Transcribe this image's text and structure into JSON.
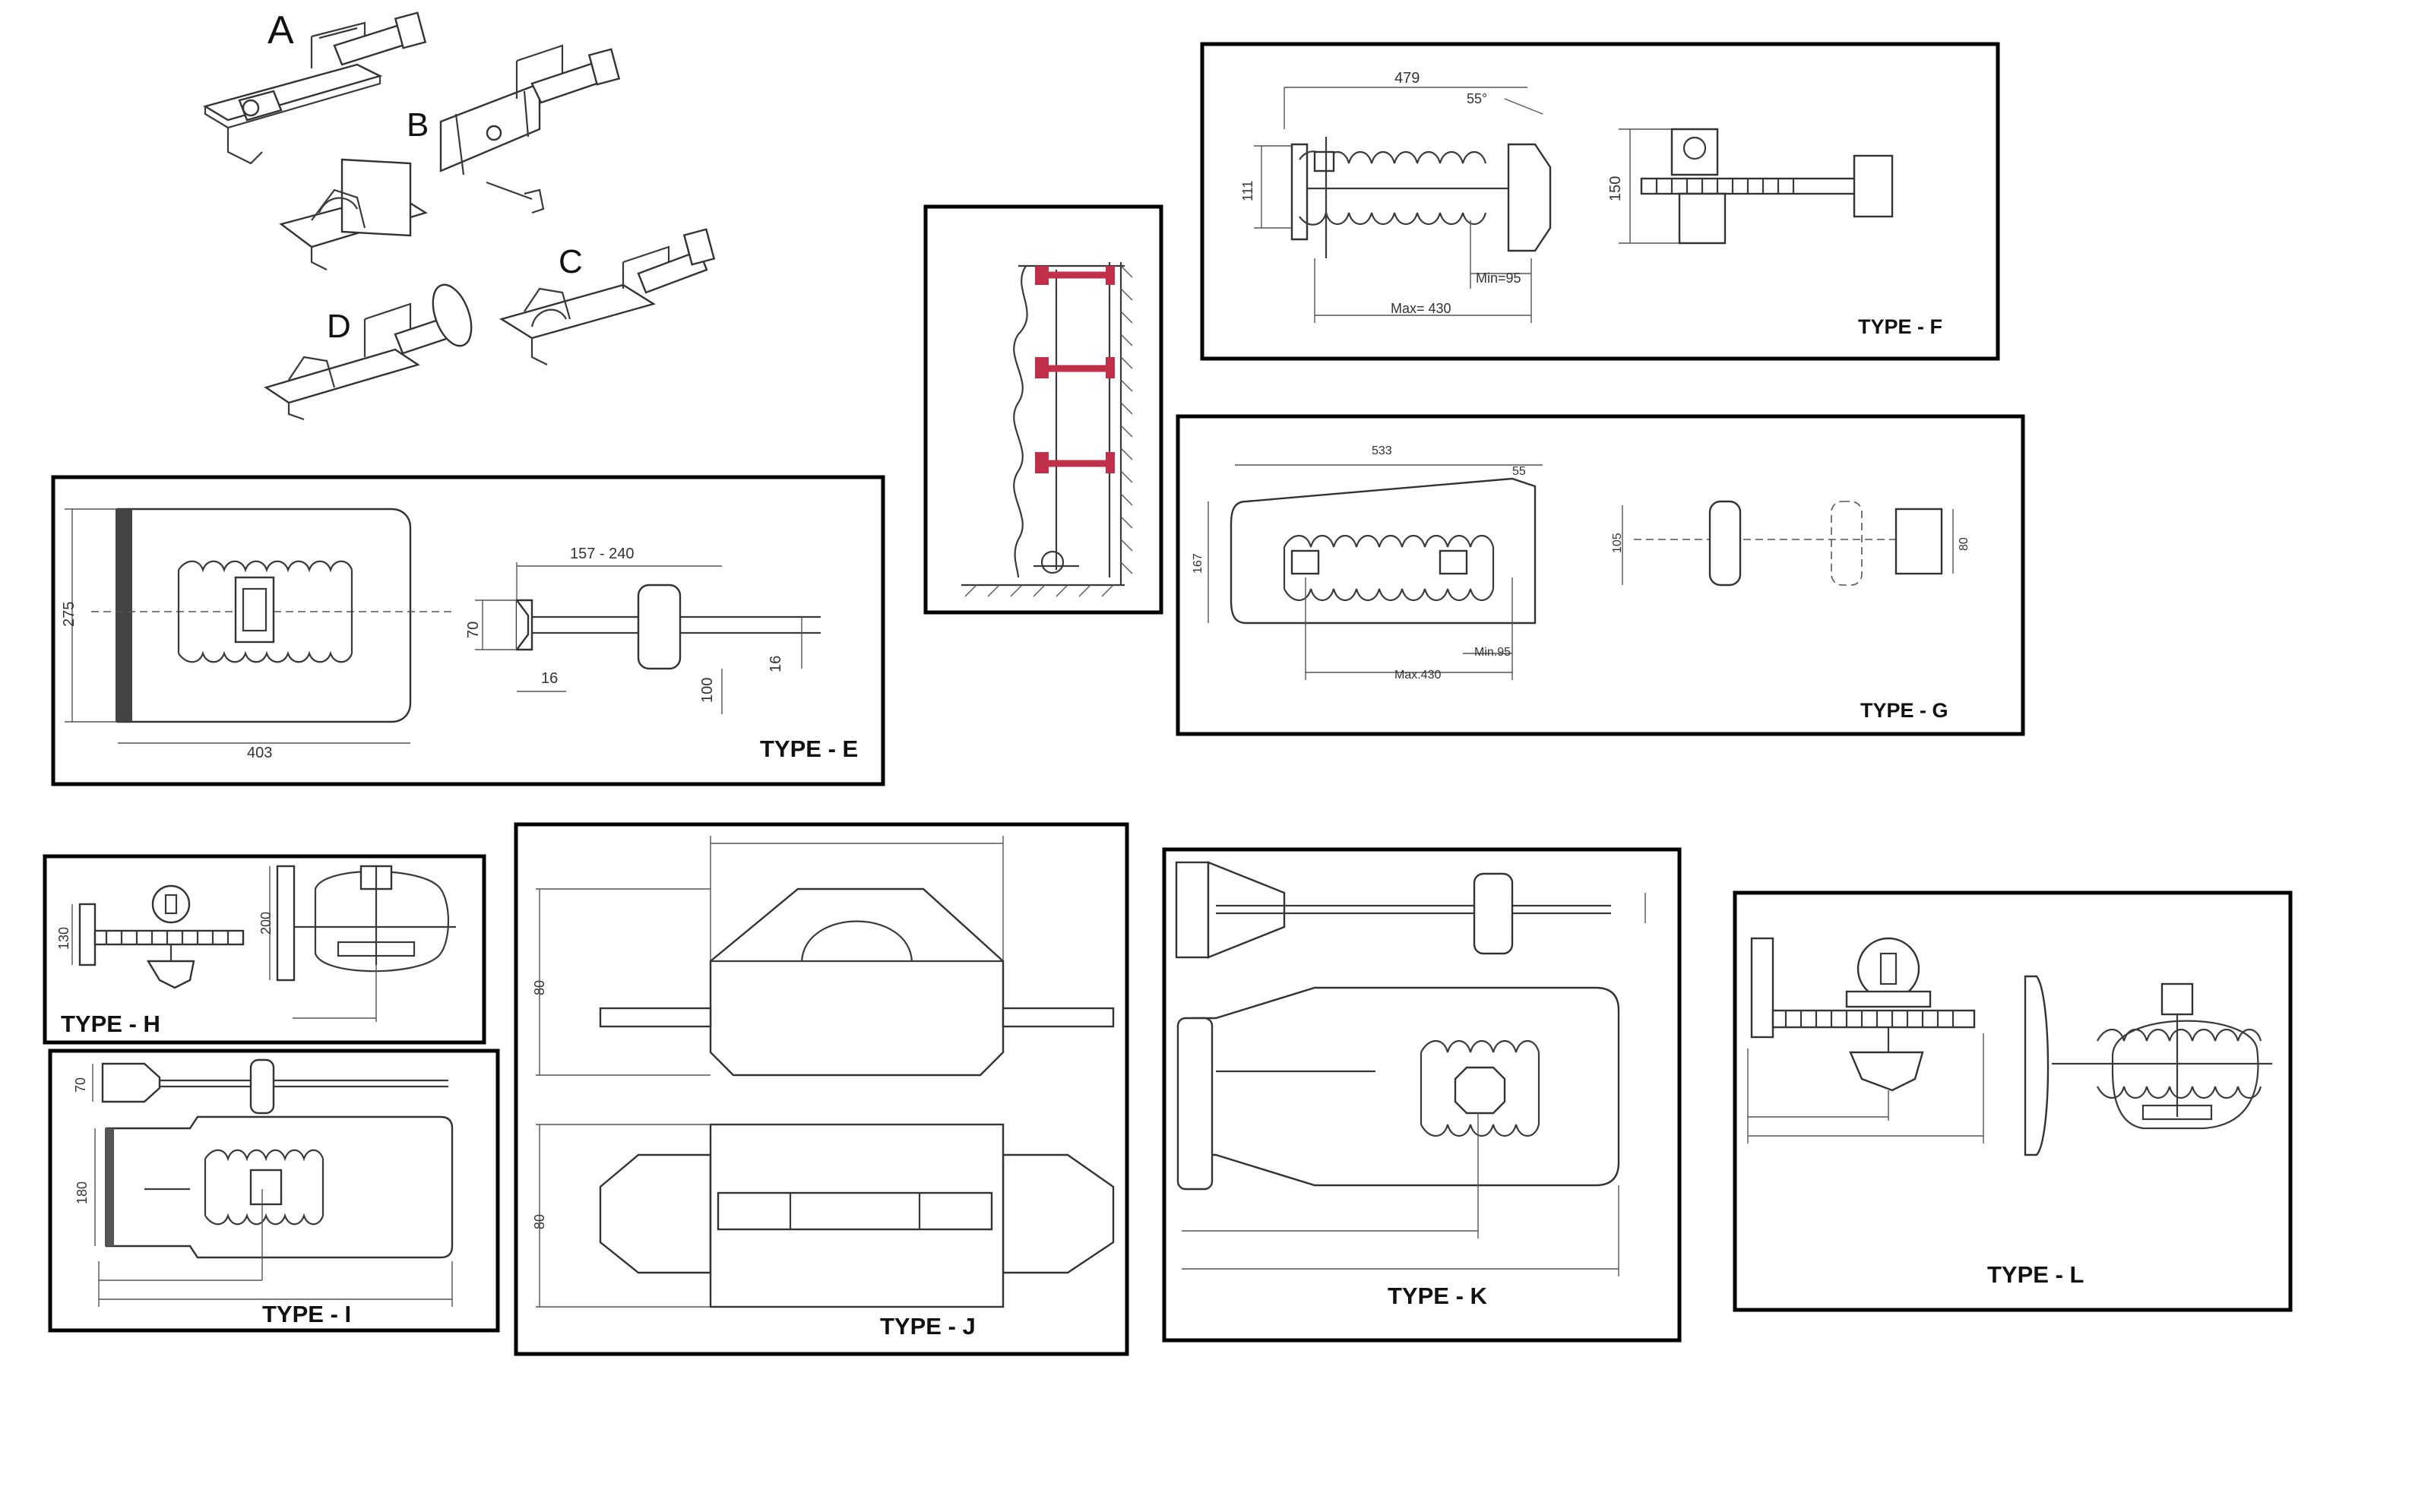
{
  "overview": {
    "letters": [
      "A",
      "B",
      "C",
      "D"
    ]
  },
  "type_e": {
    "label": "TYPE - E",
    "dims": {
      "height": "275",
      "width": "403",
      "range": "157 - 240",
      "plate": "70",
      "thick": "16",
      "base": "100",
      "rod": "16"
    }
  },
  "type_f": {
    "label": "TYPE - F",
    "dims": {
      "length": "479",
      "angle": "55°",
      "height": "111",
      "side": "150",
      "min": "Min=95",
      "max": "Max= 430"
    }
  },
  "type_g": {
    "label": "TYPE - G",
    "dims": {
      "length": "533",
      "angle": "55",
      "height": "167",
      "side": "105",
      "end": "80",
      "min": "Min.95",
      "max": "Max.430"
    }
  },
  "type_h": {
    "label": "TYPE - H",
    "dims": {
      "a": "130",
      "b": "200"
    }
  },
  "type_i": {
    "label": "TYPE - I",
    "dims": {
      "a": "70",
      "b": "180"
    }
  },
  "type_j": {
    "label": "TYPE - J",
    "dims": {
      "a": "80",
      "b": "80"
    }
  },
  "type_k": {
    "label": "TYPE - K"
  },
  "type_l": {
    "label": "TYPE - L"
  },
  "colors": {
    "frame": "#000000",
    "line": "#3a3a3a",
    "accent": "#c0304a"
  }
}
